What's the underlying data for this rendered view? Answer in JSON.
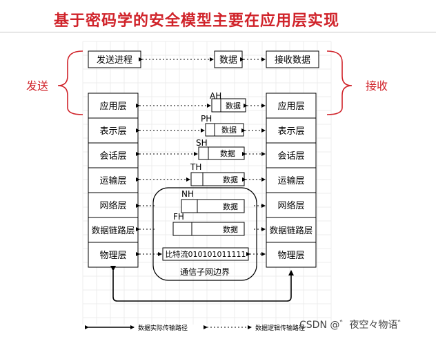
{
  "title": "基于密码学的安全模型主要在应用层实现",
  "top_row": {
    "send_process": "发送进程",
    "data": "数据",
    "receive_data": "接收数据"
  },
  "side_labels": {
    "send": "发送",
    "receive": "接收"
  },
  "layers": [
    "应用层",
    "表示层",
    "会话层",
    "运输层",
    "网络层",
    "数据链路层",
    "物理层"
  ],
  "packets": [
    {
      "header": "AH",
      "payload": "数据"
    },
    {
      "header": "PH",
      "payload": "数据"
    },
    {
      "header": "SH",
      "payload": "数据"
    },
    {
      "header": "TH",
      "payload": "数据"
    },
    {
      "header": "NH",
      "payload": "数据"
    },
    {
      "header": "FH",
      "payload": "数据"
    }
  ],
  "bitstream": "比特流010101011111",
  "subnet_label": "通信子网边界",
  "legend": {
    "actual_path": "数据实际传输路径",
    "logical_path": "数据逻辑传输路径"
  },
  "watermark": "CSDN @゛夜空々物语゛",
  "colors": {
    "title": "#d0232a",
    "brace": "#d0232a",
    "line": "#000000"
  }
}
